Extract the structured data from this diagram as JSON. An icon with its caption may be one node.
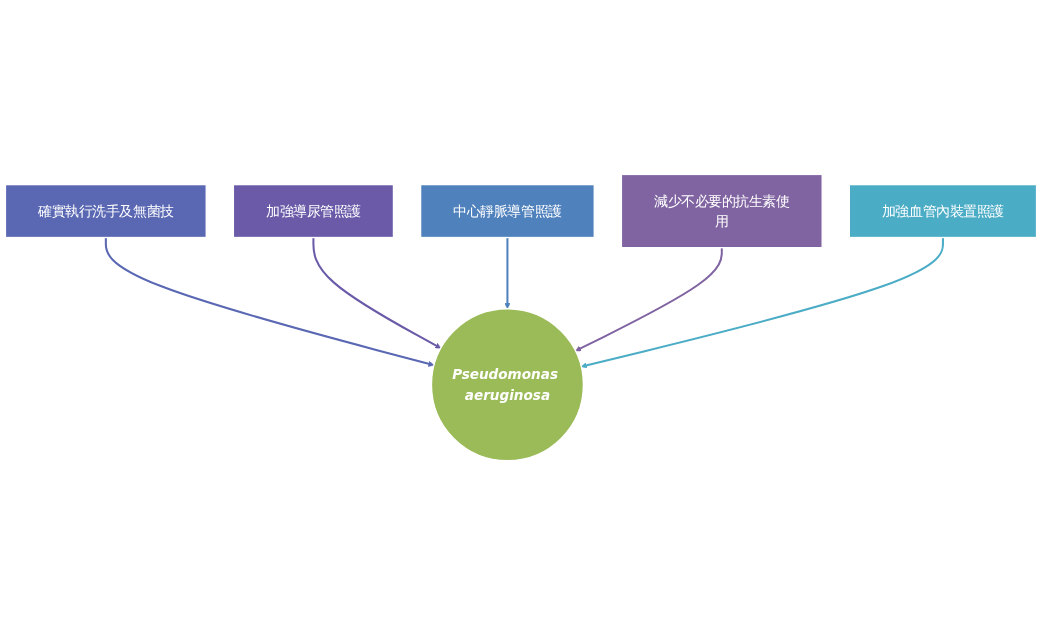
{
  "diagram": {
    "nodes": [
      {
        "text": [
          "確實執行洗手及無菌技"
        ]
      },
      {
        "text": [
          "加強導尿管照護"
        ]
      },
      {
        "text": [
          "中心靜脈導管照護"
        ]
      },
      {
        "text": [
          "減少不必要的抗生素使用"
        ]
      },
      {
        "text": [
          "Pseudomonas aeruginosa"
        ]
      },
      {
        "text": [
          "加強血管內裝置照護"
        ]
      }
    ],
    "edges": [
      {
        "from": 0,
        "to": 4,
        "arrow": "to",
        "color": "#5a67b3"
      },
      {
        "from": 1,
        "to": 4,
        "arrow": "to",
        "color": "#6a5aa8"
      },
      {
        "from": 2,
        "to": 4,
        "arrow": "to",
        "color": "#4f81bd"
      },
      {
        "from": 3,
        "to": 4,
        "arrow": "to",
        "color": "#8064a2"
      },
      {
        "from": 5,
        "to": 4,
        "arrow": "to",
        "color": "#4bacc6"
      }
    ]
  }
}
